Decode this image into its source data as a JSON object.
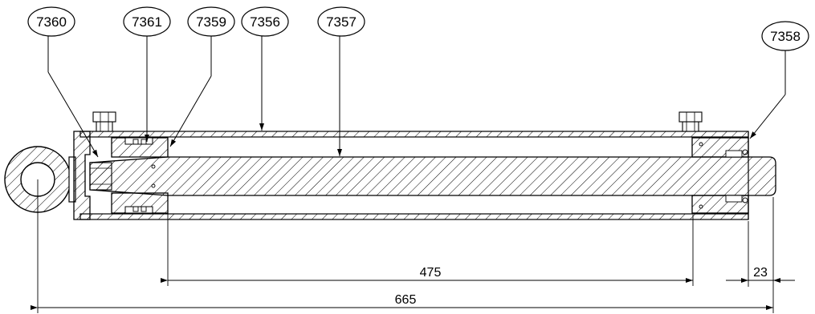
{
  "balloons": [
    {
      "label": "7360"
    },
    {
      "label": "7361"
    },
    {
      "label": "7359"
    },
    {
      "label": "7356"
    },
    {
      "label": "7357"
    },
    {
      "label": "7358"
    }
  ],
  "dimensions": {
    "piston_rod_stroke": "475",
    "rod_end_length": "23",
    "overall_length": "665"
  },
  "colors": {
    "line": "#000000",
    "background": "#ffffff"
  }
}
